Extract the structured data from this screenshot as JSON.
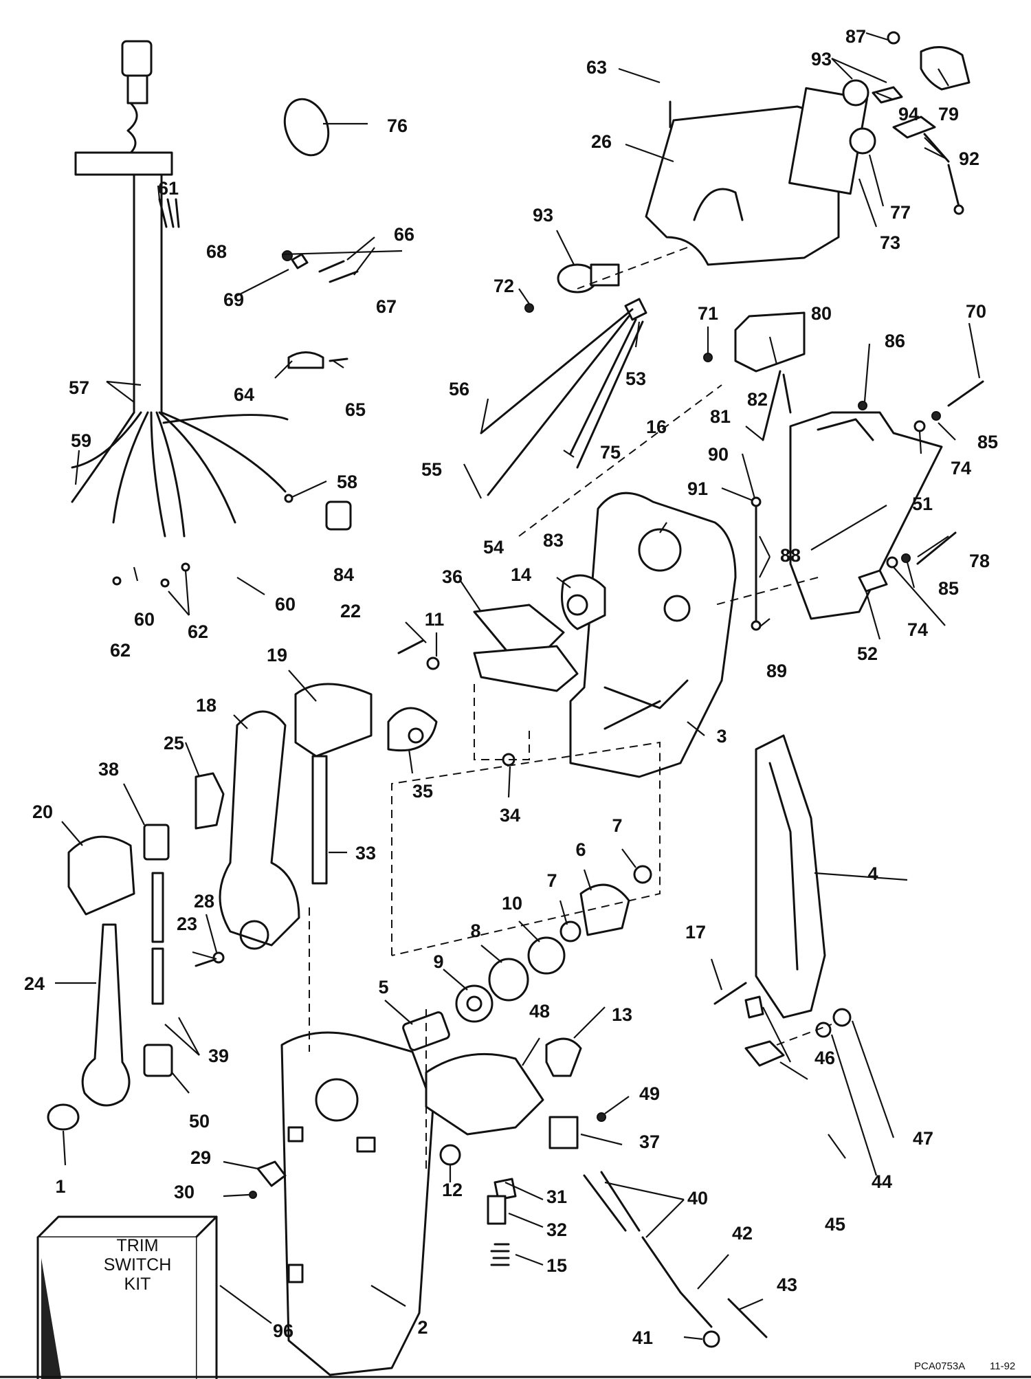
{
  "callouts": {
    "c1": "1",
    "c2": "2",
    "c3": "3",
    "c4": "4",
    "c5": "5",
    "c6": "6",
    "c7a": "7",
    "c7b": "7",
    "c8": "8",
    "c9": "9",
    "c10": "10",
    "c11": "11",
    "c12": "12",
    "c13": "13",
    "c14": "14",
    "c15": "15",
    "c16": "16",
    "c17": "17",
    "c18": "18",
    "c19": "19",
    "c20": "20",
    "c22": "22",
    "c23": "23",
    "c24": "24",
    "c25": "25",
    "c26": "26",
    "c28": "28",
    "c29": "29",
    "c30": "30",
    "c31": "31",
    "c32": "32",
    "c33": "33",
    "c34": "34",
    "c35": "35",
    "c36": "36",
    "c37": "37",
    "c38": "38",
    "c39": "39",
    "c40": "40",
    "c41": "41",
    "c42": "42",
    "c43": "43",
    "c44": "44",
    "c45": "45",
    "c46": "46",
    "c47": "47",
    "c48": "48",
    "c49": "49",
    "c50": "50",
    "c51": "51",
    "c52": "52",
    "c53": "53",
    "c54": "54",
    "c55": "55",
    "c56": "56",
    "c57": "57",
    "c58": "58",
    "c59": "59",
    "c60a": "60",
    "c60b": "60",
    "c61": "61",
    "c62a": "62",
    "c62b": "62",
    "c63": "63",
    "c64": "64",
    "c65": "65",
    "c66": "66",
    "c67": "67",
    "c68": "68",
    "c69": "69",
    "c70": "70",
    "c71": "71",
    "c72": "72",
    "c73": "73",
    "c74a": "74",
    "c74b": "74",
    "c75": "75",
    "c76": "76",
    "c77": "77",
    "c78": "78",
    "c79": "79",
    "c80": "80",
    "c81": "81",
    "c82": "82",
    "c83": "83",
    "c84": "84",
    "c85a": "85",
    "c85b": "85",
    "c86": "86",
    "c87": "87",
    "c88": "88",
    "c89": "89",
    "c90": "90",
    "c91": "91",
    "c92": "92",
    "c93a": "93",
    "c93b": "93",
    "c94": "94",
    "c96": "96"
  },
  "kit_box": {
    "line1": "TRIM",
    "line2": "SWITCH",
    "line3": "KIT"
  },
  "drawing_ref": "PCA0753A",
  "drawing_date": "11-92"
}
